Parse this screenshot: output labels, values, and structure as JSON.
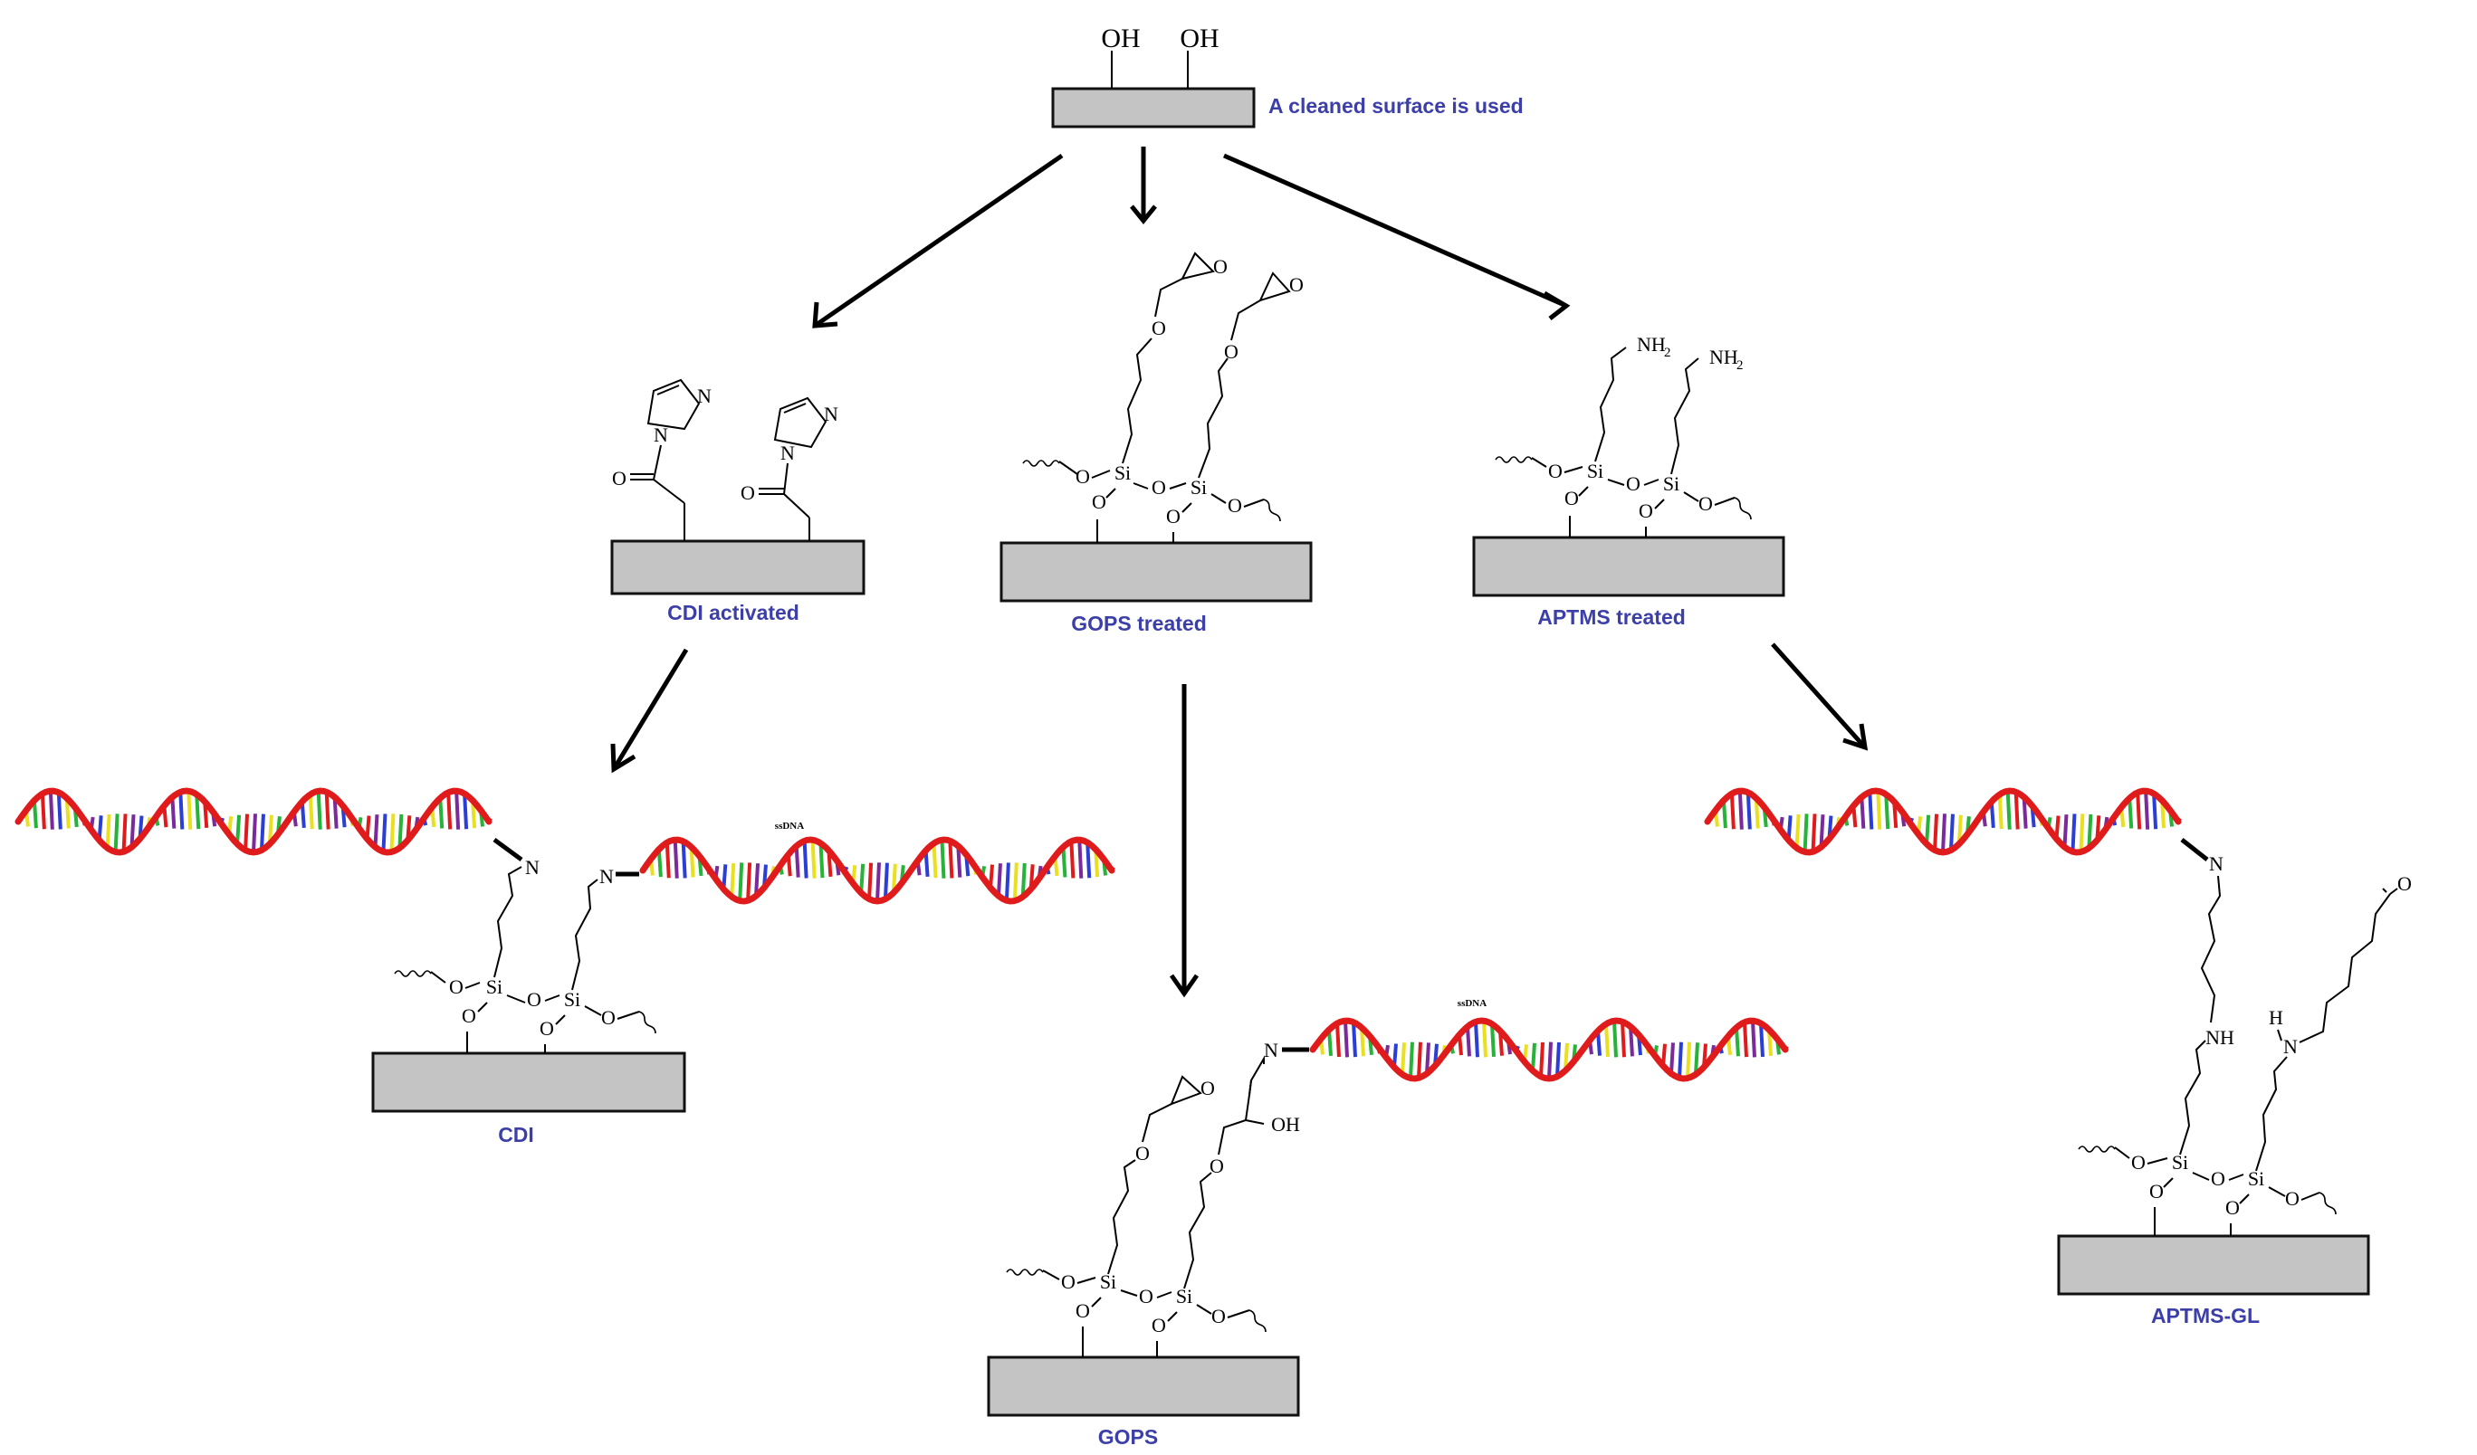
{
  "labels": {
    "start": "A cleaned surface is used",
    "cdi_activated": "CDI activated",
    "gops_treated": "GOPS treated",
    "aptms_treated": "APTMS treated",
    "cdi": "CDI",
    "gops": "GOPS",
    "aptms_gl": "APTMS-GL"
  },
  "atoms": {
    "oh": "OH",
    "o": "O",
    "n": "N",
    "si": "Si",
    "nh2_main": "NH",
    "nh2_sub": "2",
    "nh": "NH",
    "h": "H"
  },
  "dna_label": "ssDNA",
  "colors": {
    "label_text": "#3c3fa8",
    "surface_fill": "#c4c4c4",
    "dna_backbone": "#e01b1b",
    "base_colors": [
      "#2b3fd6",
      "#e8e020",
      "#27b23a",
      "#e01b1b",
      "#7a2a9a"
    ]
  }
}
